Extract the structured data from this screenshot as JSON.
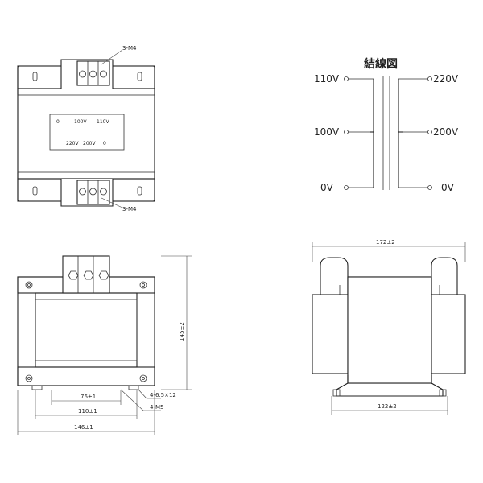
{
  "top_view": {
    "terminal_callout_top": "3-M4",
    "terminal_callout_bottom": "3-M4",
    "nameplate_top": [
      "0",
      "100V",
      "110V"
    ],
    "nameplate_bottom": [
      "220V",
      "200V",
      "0"
    ]
  },
  "wiring_diagram": {
    "title": "結線図",
    "primary_labels": [
      "110V",
      "100V",
      "0V"
    ],
    "secondary_labels": [
      "220V",
      "200V",
      "0V"
    ]
  },
  "front_view": {
    "height_dim": "145±2",
    "dim_inner": "76±1",
    "dim_middle": "110±1",
    "dim_outer": "146±1",
    "hole_callout": "4-6.5×12",
    "screw_callout": "4-M5"
  },
  "side_view": {
    "overall_width_dim": "172±2",
    "base_dim": "122±2"
  }
}
